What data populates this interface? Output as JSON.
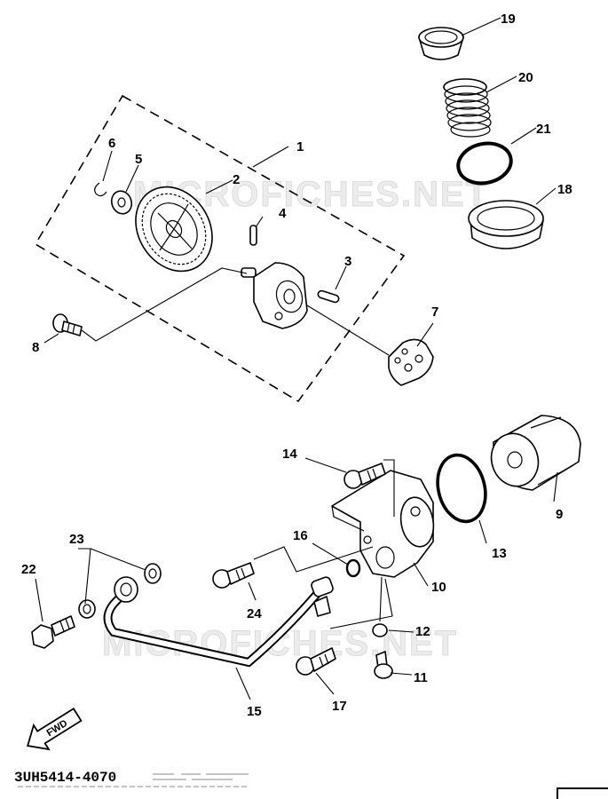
{
  "watermark": "MICROFICHES.NET",
  "diagram_code": "3UH5414-4070",
  "direction_label": "FWD",
  "callouts": [
    {
      "id": "c1",
      "label": "1"
    },
    {
      "id": "c2",
      "label": "2"
    },
    {
      "id": "c3",
      "label": "3"
    },
    {
      "id": "c4",
      "label": "4"
    },
    {
      "id": "c5",
      "label": "5"
    },
    {
      "id": "c6",
      "label": "6"
    },
    {
      "id": "c7",
      "label": "7"
    },
    {
      "id": "c8",
      "label": "8"
    },
    {
      "id": "c9",
      "label": "9"
    },
    {
      "id": "c10",
      "label": "10"
    },
    {
      "id": "c11",
      "label": "11"
    },
    {
      "id": "c12",
      "label": "12"
    },
    {
      "id": "c13",
      "label": "13"
    },
    {
      "id": "c14",
      "label": "14"
    },
    {
      "id": "c15",
      "label": "15"
    },
    {
      "id": "c16",
      "label": "16"
    },
    {
      "id": "c17",
      "label": "17"
    },
    {
      "id": "c18",
      "label": "18"
    },
    {
      "id": "c19",
      "label": "19"
    },
    {
      "id": "c20",
      "label": "20"
    },
    {
      "id": "c21",
      "label": "21"
    },
    {
      "id": "c22",
      "label": "22"
    },
    {
      "id": "c23",
      "label": "23"
    },
    {
      "id": "c24",
      "label": "24"
    }
  ]
}
